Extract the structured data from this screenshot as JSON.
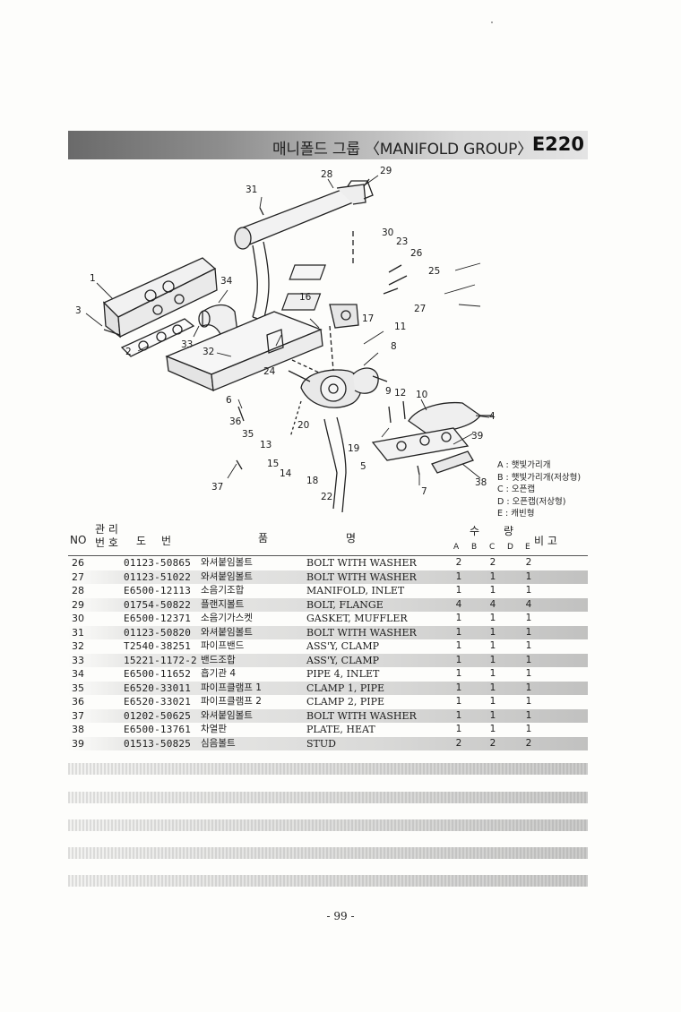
{
  "header": {
    "title": "매니폴드 그룹 〈MANIFOLD GROUP〉",
    "model": "E220"
  },
  "diagram": {
    "callouts": [
      "1",
      "2",
      "3",
      "4",
      "5",
      "6",
      "7",
      "8",
      "9",
      "10",
      "11",
      "12",
      "13",
      "14",
      "15",
      "16",
      "17",
      "18",
      "19",
      "20",
      "22",
      "23",
      "24",
      "25",
      "26",
      "27",
      "28",
      "29",
      "30",
      "31",
      "32",
      "33",
      "34",
      "35",
      "36",
      "37",
      "38",
      "39"
    ],
    "legend": [
      "A : 햇빛가리개",
      "B : 햇빛가리개(저상형)",
      "C : 오픈캡",
      "D : 오픈캡(저상형)",
      "E : 캐빈형"
    ]
  },
  "table": {
    "headers": {
      "no": "NO",
      "control_no": "관 리\n번 호",
      "drawing_1": "도",
      "drawing_2": "번",
      "name_1": "품",
      "name_2": "명",
      "qty_1": "수",
      "qty_2": "량",
      "remarks": "비 고",
      "variants": [
        "A",
        "B",
        "C",
        "D",
        "E"
      ]
    },
    "rows": [
      {
        "no": "26",
        "part": "01123-50865",
        "kor": "와셔붙임볼트",
        "eng": "BOLT WITH WASHER",
        "a": "2",
        "c": "2",
        "e": "2"
      },
      {
        "no": "27",
        "part": "01123-51022",
        "kor": "와셔붙임볼트",
        "eng": "BOLT WITH WASHER",
        "a": "1",
        "c": "1",
        "e": "1"
      },
      {
        "no": "28",
        "part": "E6500-12113",
        "kor": "소음기조합",
        "eng": "MANIFOLD, INLET",
        "a": "1",
        "c": "1",
        "e": "1"
      },
      {
        "no": "29",
        "part": "01754-50822",
        "kor": "플랜지볼트",
        "eng": "BOLT, FLANGE",
        "a": "4",
        "c": "4",
        "e": "4"
      },
      {
        "no": "30",
        "part": "E6500-12371",
        "kor": "소음기가스켓",
        "eng": "GASKET, MUFFLER",
        "a": "1",
        "c": "1",
        "e": "1"
      },
      {
        "no": "31",
        "part": "01123-50820",
        "kor": "와셔붙임볼트",
        "eng": "BOLT WITH WASHER",
        "a": "1",
        "c": "1",
        "e": "1"
      },
      {
        "no": "32",
        "part": "T2540-38251",
        "kor": "파이프밴드",
        "eng": "ASS'Y, CLAMP",
        "a": "1",
        "c": "1",
        "e": "1"
      },
      {
        "no": "33",
        "part": "15221-1172-2",
        "kor": "밴드조합",
        "eng": "ASS'Y, CLAMP",
        "a": "1",
        "c": "1",
        "e": "1"
      },
      {
        "no": "34",
        "part": "E6500-11652",
        "kor": "흡기관 4",
        "eng": "PIPE 4, INLET",
        "a": "1",
        "c": "1",
        "e": "1"
      },
      {
        "no": "35",
        "part": "E6520-33011",
        "kor": "파이프클램프 1",
        "eng": "CLAMP 1, PIPE",
        "a": "1",
        "c": "1",
        "e": "1"
      },
      {
        "no": "36",
        "part": "E6520-33021",
        "kor": "파이프클램프 2",
        "eng": "CLAMP 2, PIPE",
        "a": "1",
        "c": "1",
        "e": "1"
      },
      {
        "no": "37",
        "part": "01202-50625",
        "kor": "와셔붙임볼트",
        "eng": "BOLT WITH WASHER",
        "a": "1",
        "c": "1",
        "e": "1"
      },
      {
        "no": "38",
        "part": "E6500-13761",
        "kor": "차열판",
        "eng": "PLATE, HEAT",
        "a": "1",
        "c": "1",
        "e": "1"
      },
      {
        "no": "39",
        "part": "01513-50825",
        "kor": "심음볼트",
        "eng": "STUD",
        "a": "2",
        "c": "2",
        "e": "2"
      }
    ]
  },
  "footer": {
    "page_number": "- 99 -"
  }
}
